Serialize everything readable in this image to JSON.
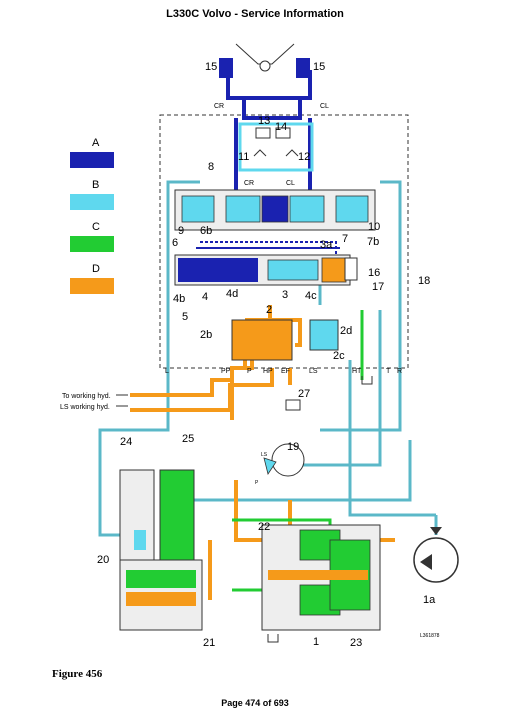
{
  "header": {
    "title": "L330C Volvo - Service Information"
  },
  "figure": {
    "caption": "Figure 456"
  },
  "footer": {
    "page": "Page 474 of 693"
  },
  "colors": {
    "A": "#1a22b0",
    "B": "#5fd8ee",
    "C": "#22cc33",
    "D": "#f59a1a",
    "line_teal": "#5bb8c8"
  },
  "legend": [
    {
      "key": "A",
      "color": "#1a22b0"
    },
    {
      "key": "B",
      "color": "#5fd8ee"
    },
    {
      "key": "C",
      "color": "#22cc33"
    },
    {
      "key": "D",
      "color": "#f59a1a"
    }
  ],
  "labels": {
    "n15_left": "15",
    "n15_right": "15",
    "cr_top": "CR",
    "cl_top": "CL",
    "n13": "13",
    "n14": "14",
    "n11": "11",
    "n12": "12",
    "n8": "8",
    "cr_mid": "CR",
    "cl_mid": "CL",
    "n9": "9",
    "n6b": "6b",
    "n10": "10",
    "n6": "6",
    "n3a": "3a",
    "n7": "7",
    "n7b": "7b",
    "n16": "16",
    "n17": "17",
    "n18": "18",
    "n4b": "4b",
    "n4": "4",
    "n4d": "4d",
    "n3": "3",
    "n4c": "4c",
    "n5": "5",
    "n2": "2",
    "n2d": "2d",
    "n2b": "2b",
    "n2c": "2c",
    "port_l": "L",
    "port_pp": "PP",
    "port_p": "P",
    "port_hp": "HP",
    "port_ef": "EF",
    "port_ls": "LS",
    "port_ht": "HT",
    "port_t": "T",
    "port_r": "R",
    "to_working": "To working hyd.",
    "ls_working": "LS working hyd.",
    "n27": "27",
    "n24": "24",
    "n25": "25",
    "n19": "19",
    "ls_small": "LS",
    "p_small": "P",
    "n22": "22",
    "n20": "20",
    "n21": "21",
    "n1": "1",
    "n23": "23",
    "n1a": "1a",
    "code": "L361878"
  }
}
